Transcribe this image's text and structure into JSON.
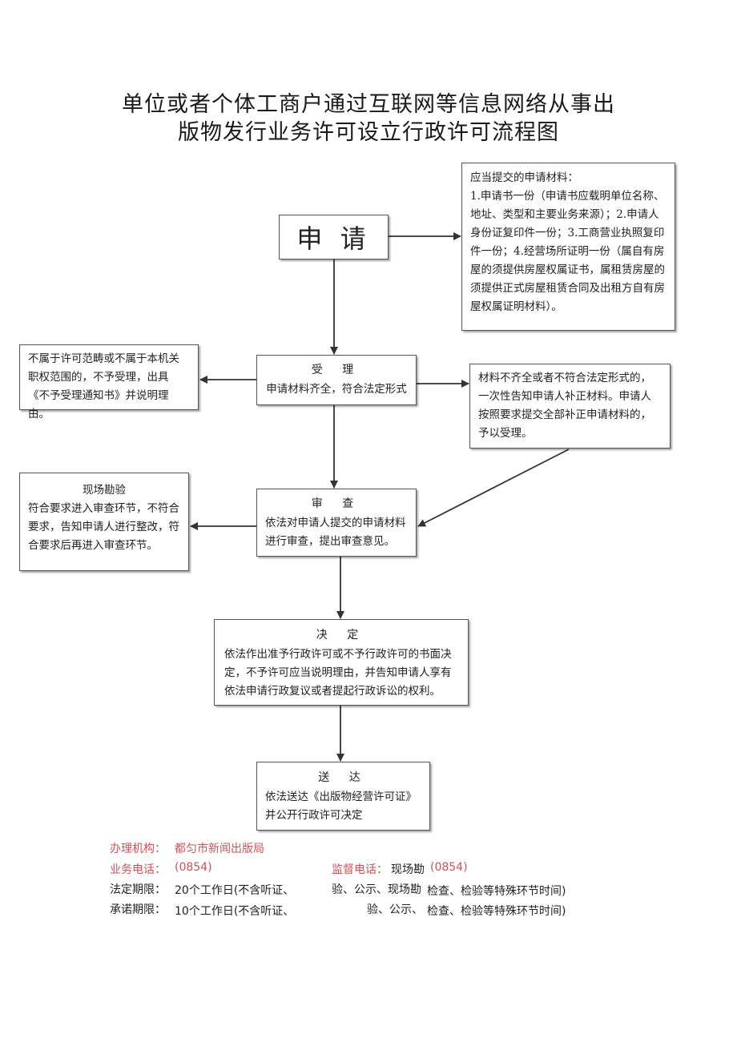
{
  "title": {
    "line1": "单位或者个体工商户通过互联网等信息网络从事出",
    "line2": "版物发行业务许可设立行政许可流程图"
  },
  "apply": {
    "label": "申 请"
  },
  "materials": {
    "heading": "应当提交的申请材料：",
    "body": "1.申请书一份（申请书应载明单位名称、地址、类型和主要业务来源）；2.申请人身份证复印件一份；3.工商营业执照复印件一份；4.经营场所证明一份（属自有房屋的须提供房屋权属证书，属租赁房屋的须提供正式房屋租赁合同及出租方自有房屋权属证明材料）。"
  },
  "accept": {
    "heading": "受 理",
    "body": "申请材料齐全，符合法定形式"
  },
  "reject": {
    "body": "不属于许可范畴或不属于本机关职权范围的，不予受理，出具《不予受理通知书》并说明理由。"
  },
  "supplement": {
    "body": "材料不齐全或者不符合法定形式的，一次性告知申请人补正材料。申请人按照要求提交全部补正申请材料的，予以受理。"
  },
  "inspect": {
    "heading": "现场勘验",
    "body": "符合要求进入审查环节，不符合要求，告知申请人进行整改，符合要求后再进入审查环节。"
  },
  "review": {
    "heading": "审 查",
    "body": "依法对申请人提交的申请材料进行审查，提出审查意见。"
  },
  "decide": {
    "heading": "决 定",
    "body": "依法作出准予行政许可或不予行政许可的书面决定，不予许可应当说明理由，并告知申请人享有依法申请行政复议或者提起行政诉讼的权利。"
  },
  "deliver": {
    "heading": "送 达",
    "body": "依法送达《出版物经营许可证》并公开行政许可决定"
  },
  "footer": {
    "agency_label": "办理机构：",
    "agency_value": "都匀市新闻出版局",
    "phone_label": "业务电话：",
    "phone_value": "(0854)",
    "supervise_label": "监督电话：",
    "supervise_value": "现场勘",
    "supervise_code": "(0854)",
    "legal_label": "法定期限：",
    "legal_value": "20个工作日(不含听证、",
    "legal_mid": "验、公示、现场勘",
    "legal_tail": "检查、检验等特殊环节时间)",
    "promise_label": "承诺期限：",
    "promise_value": "10个工作日(不含听证、",
    "promise_mid": "验、公示、",
    "promise_tail": "检查、检验等特殊环节时间)"
  },
  "colors": {
    "accent_red": "#d0525a",
    "line": "#333333"
  }
}
